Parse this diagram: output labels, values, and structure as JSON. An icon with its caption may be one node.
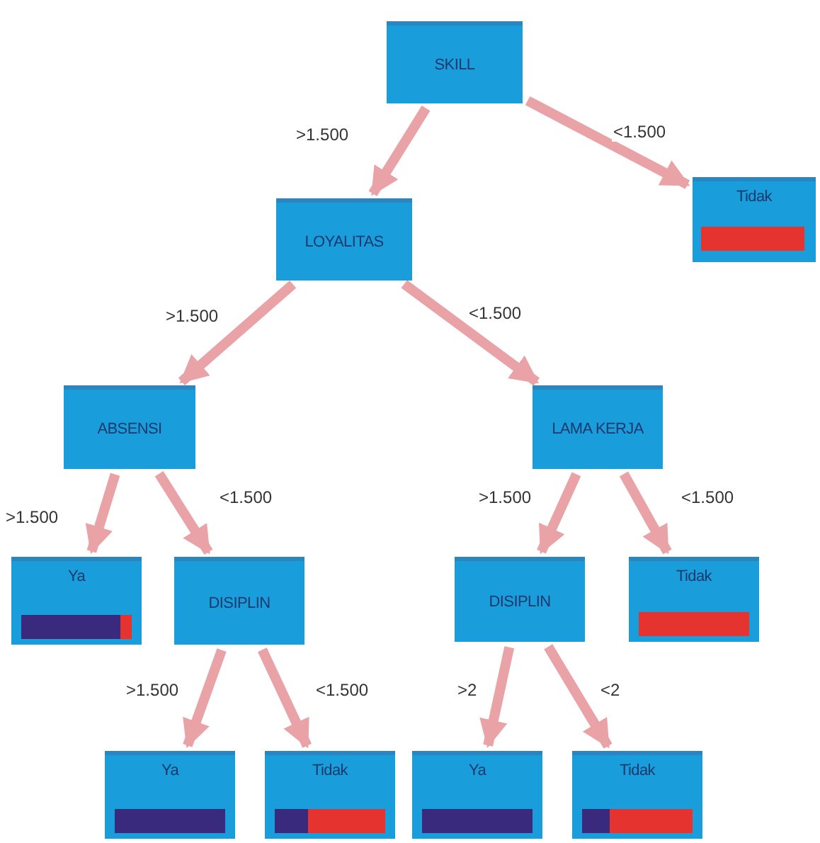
{
  "diagram": {
    "nodes": [
      {
        "text": [
          "SKILL"
        ]
      },
      {
        "text": [
          "Tidak"
        ]
      },
      {
        "text": [],
        "shape": "bar",
        "in": 1
      },
      {
        "text": [
          "LOYALITAS"
        ]
      },
      {
        "text": [
          "ABSENSI"
        ]
      },
      {
        "text": [
          "LAMA KERJA"
        ]
      },
      {
        "text": [
          "Ya"
        ]
      },
      {
        "text": [],
        "shape": "bar",
        "in": 6
      },
      {
        "text": [
          "DISIPLIN"
        ]
      },
      {
        "text": [
          "DISIPLIN"
        ]
      },
      {
        "text": [
          "Tidak"
        ]
      },
      {
        "text": [],
        "shape": "bar",
        "in": 10
      },
      {
        "text": [
          "Ya"
        ]
      },
      {
        "text": [],
        "shape": "bar",
        "in": 12
      },
      {
        "text": [
          "Tidak"
        ]
      },
      {
        "text": [],
        "shape": "bar",
        "in": 14
      },
      {
        "text": [
          "Ya"
        ]
      },
      {
        "text": [],
        "shape": "bar",
        "in": 16
      },
      {
        "text": [
          "Tidak"
        ]
      },
      {
        "text": [],
        "shape": "bar",
        "in": 18
      }
    ],
    "edges": [
      {
        "from": 0,
        "to": 3,
        "arrow": "to",
        "label": ">1.500"
      },
      {
        "from": 0,
        "to": 1,
        "arrow": "to",
        "label": "<1.500"
      },
      {
        "from": 3,
        "to": 4,
        "arrow": "to",
        "label": ">1.500"
      },
      {
        "from": 3,
        "to": 5,
        "arrow": "to",
        "label": "<1.500"
      },
      {
        "from": 4,
        "to": 6,
        "arrow": "to",
        "label": ">1.500"
      },
      {
        "from": 4,
        "to": 8,
        "arrow": "to",
        "label": "<1.500"
      },
      {
        "from": 5,
        "to": 9,
        "arrow": "to",
        "label": ">1.500"
      },
      {
        "from": 5,
        "to": 10,
        "arrow": "to",
        "label": "<1.500"
      },
      {
        "from": 8,
        "to": 12,
        "arrow": "to",
        "label": ">1.500"
      },
      {
        "from": 8,
        "to": 14,
        "arrow": "to",
        "label": "<1.500"
      },
      {
        "from": 9,
        "to": 16,
        "arrow": "to",
        "label": ">2"
      },
      {
        "from": 9,
        "to": 18,
        "arrow": "to",
        "label": "<2"
      }
    ]
  }
}
